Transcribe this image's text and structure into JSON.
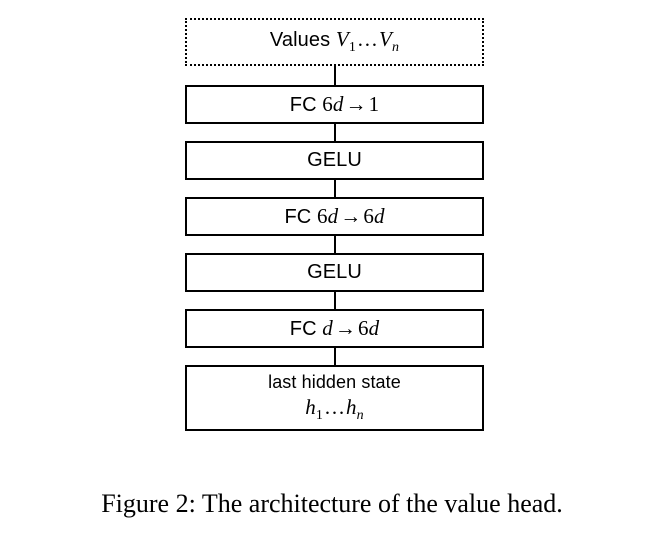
{
  "figure": {
    "caption": "Figure 2: The architecture of the value head.",
    "background_color": "#ffffff",
    "line_color": "#000000",
    "flow_direction": "bottom-to-top",
    "nodes": [
      {
        "id": "values",
        "border_style": "dotted",
        "lines": [
          "Values V1 ... Vn"
        ],
        "text_plain": "Values",
        "math_var": "V",
        "math_sub_first": "1",
        "math_dots": "…",
        "math_sub_last": "n"
      },
      {
        "id": "fc-6d-to-1",
        "border_style": "solid",
        "prefix": "FC",
        "in_coef": "6",
        "in_var": "d",
        "arrow": "→",
        "out_coef": "1",
        "out_var": "",
        "text_plain": "FC 6d → 1"
      },
      {
        "id": "gelu-2",
        "border_style": "solid",
        "text_plain": "GELU"
      },
      {
        "id": "fc-6d-to-6d",
        "border_style": "solid",
        "prefix": "FC",
        "in_coef": "6",
        "in_var": "d",
        "arrow": "→",
        "out_coef": "6",
        "out_var": "d",
        "text_plain": "FC 6d → 6d"
      },
      {
        "id": "gelu-1",
        "border_style": "solid",
        "text_plain": "GELU"
      },
      {
        "id": "fc-d-to-6d",
        "border_style": "solid",
        "prefix": "FC",
        "in_coef": "",
        "in_var": "d",
        "arrow": "→",
        "out_coef": "6",
        "out_var": "d",
        "text_plain": "FC d → 6d"
      },
      {
        "id": "last-hidden-state",
        "border_style": "solid",
        "line1": "last hidden state",
        "math_var": "h",
        "math_sub_first": "1",
        "math_dots": "…",
        "math_sub_last": "n",
        "text_plain": "last hidden state h1 ... hn"
      }
    ],
    "labels": {
      "values_prefix": "Values",
      "fc_prefix": "FC",
      "gelu": "GELU",
      "last_hidden_state": "last hidden state",
      "arrow": "→",
      "ellipsis": "…",
      "coef_six": "6",
      "coef_one": "1",
      "var_d": "d",
      "var_V": "V",
      "var_h": "h",
      "sub_one": "1",
      "sub_n": "n"
    }
  }
}
